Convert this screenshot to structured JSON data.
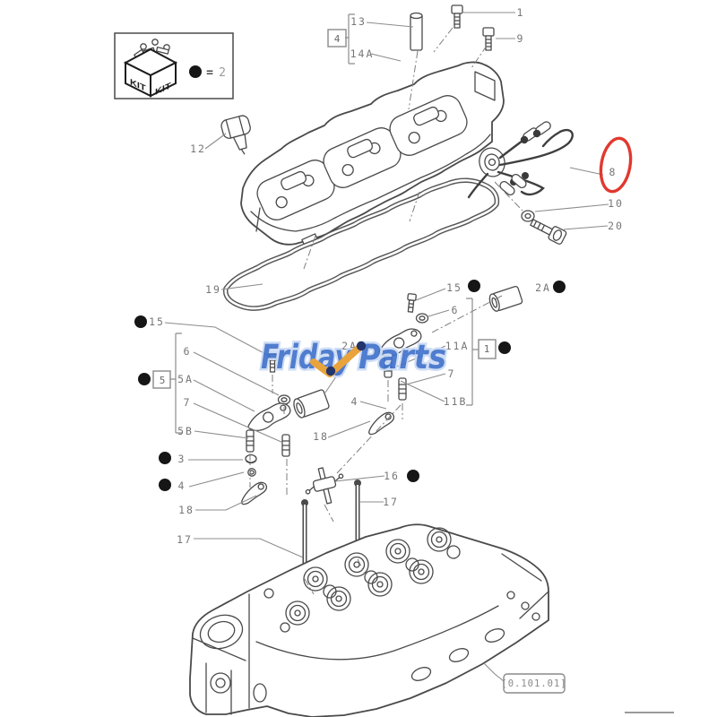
{
  "legend": {
    "kit_text": "KIT",
    "equals_sign": "=",
    "kit_quantity": "2"
  },
  "watermark": {
    "word1": "Friday",
    "word2": "Parts",
    "text_color": "#4272cc",
    "check_color": "#e9a33c"
  },
  "highlight": {
    "circled_part": "8",
    "color": "#e0392f"
  },
  "ref_box": {
    "text": "[0.101.01]"
  },
  "labels": {
    "p1": "1",
    "p9": "9",
    "p13": "13",
    "p14a": "14A",
    "box4": "4",
    "p12": "12",
    "p8": "8",
    "p10": "10",
    "p20": "20",
    "p19": "19",
    "p15_left": "15",
    "p6_left": "6",
    "p5a": "5A",
    "p7_left": "7",
    "p5b": "5B",
    "box5": "5",
    "p3": "3",
    "p4_left": "4",
    "p18_left": "18",
    "p17_left": "17",
    "p15_right": "15",
    "p2a_right": "2A",
    "p6_right": "6",
    "p11a": "11A",
    "box1": "1",
    "p7_right": "7",
    "p11b": "11B",
    "p2a_mid": "2A",
    "p4_mid": "4",
    "p18_mid": "18",
    "p16": "16",
    "p17_right": "17"
  }
}
